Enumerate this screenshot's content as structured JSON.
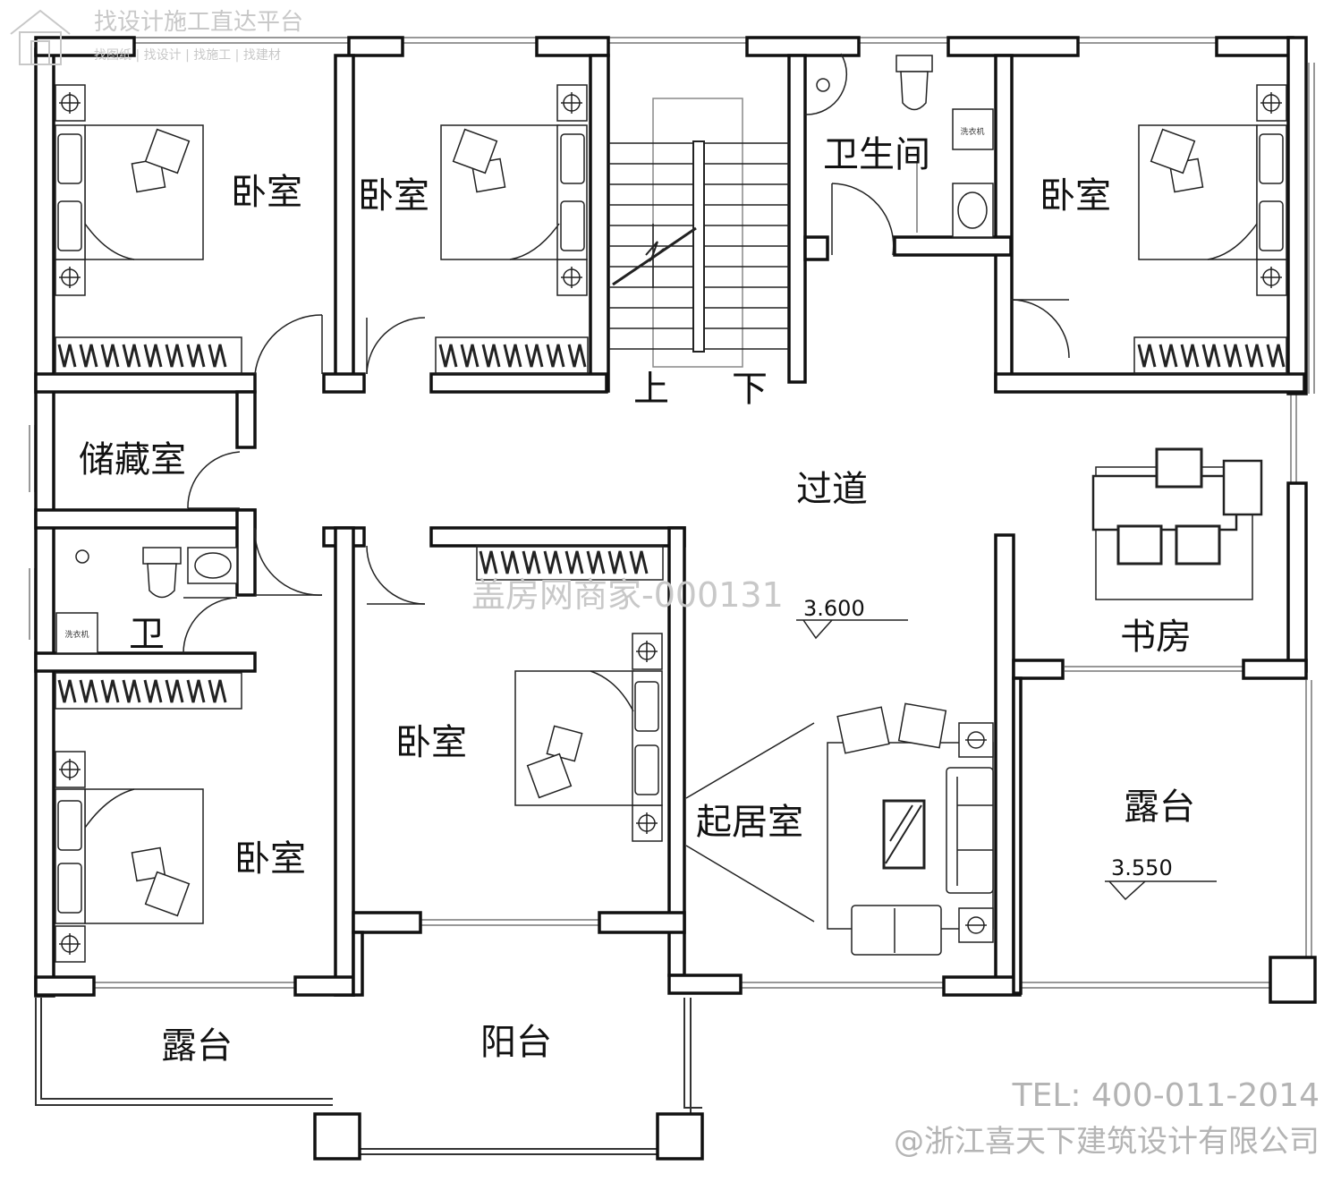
{
  "rooms": {
    "bedroom_1": "卧室",
    "bedroom_2": "卧室",
    "bathroom_main": "卫生间",
    "bedroom_3": "卧室",
    "storage": "储藏室",
    "bath_small": "卫",
    "corridor": "过道",
    "study": "书房",
    "bedroom_4": "卧室",
    "bedroom_5": "卧室",
    "living_room": "起居室",
    "terrace_right": "露台",
    "terrace_left": "露台",
    "balcony": "阳台"
  },
  "stairs": {
    "up": "上",
    "down": "下"
  },
  "elevations": {
    "floor": "3.600",
    "terrace": "3.550"
  },
  "fixtures": {
    "washer": "洗衣机"
  },
  "watermarks": {
    "top_logo_title": "找设计施工直达平台",
    "top_logo_links": "找图纸 | 找设计 | 找施工 | 找建材",
    "center": "盖房网商家-000131",
    "tel": "TEL: 400-011-2014",
    "company": "@浙江喜天下建筑设计有限公司"
  }
}
